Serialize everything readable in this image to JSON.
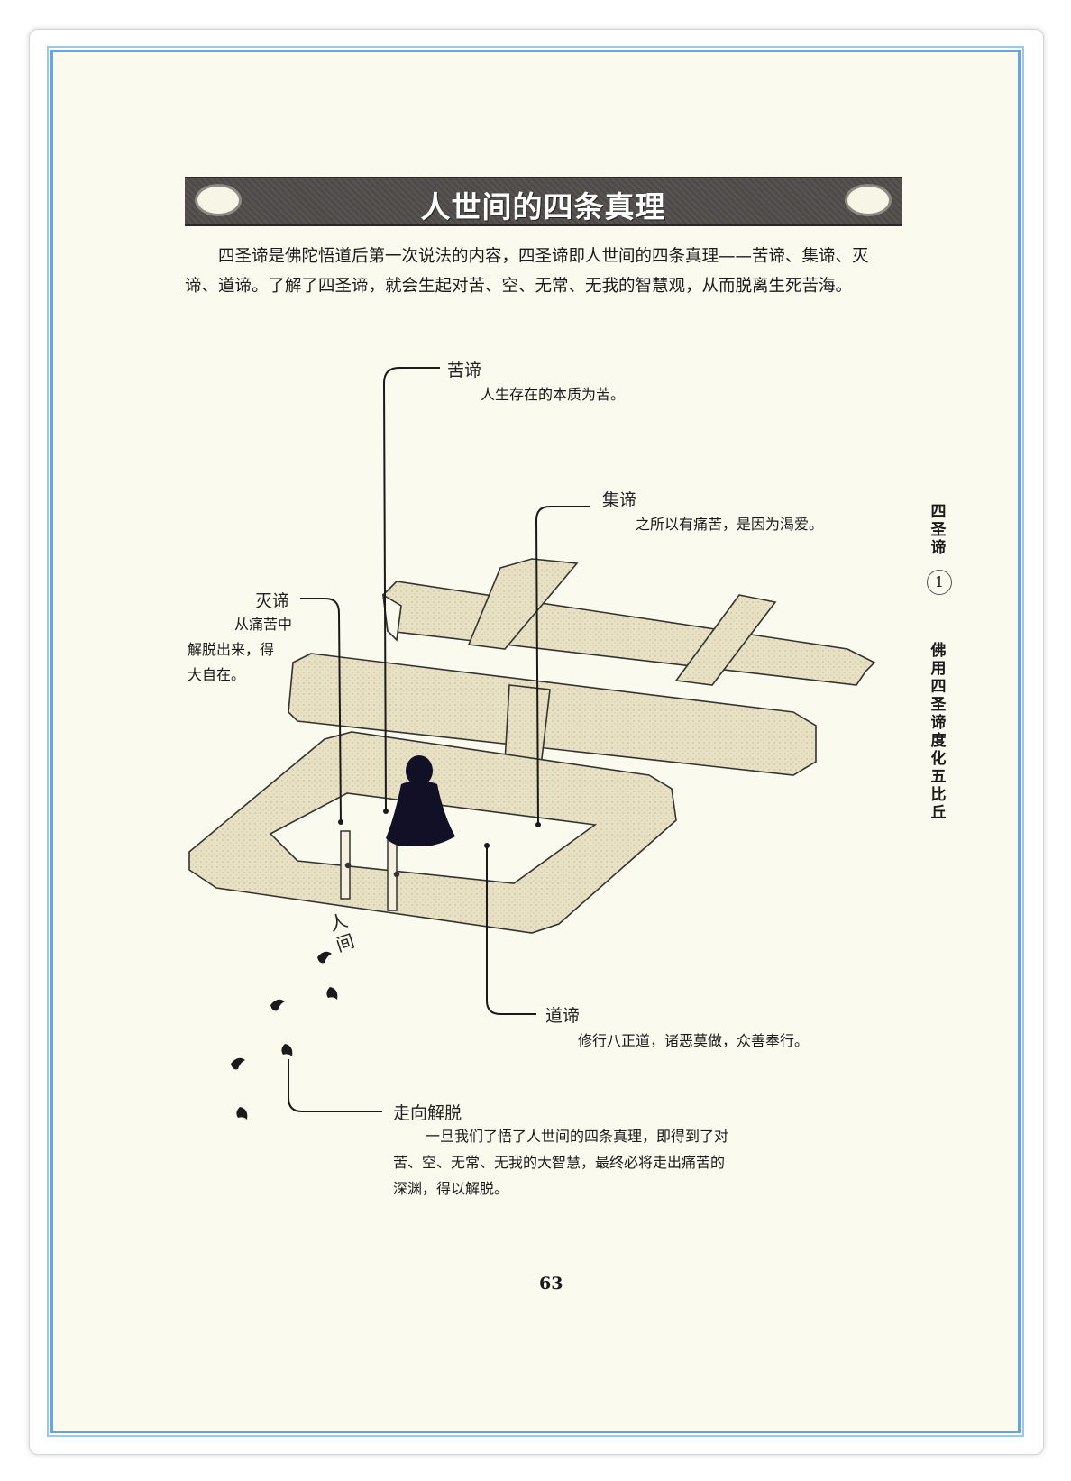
{
  "title": "人世间的四条真理",
  "intro": "四圣谛是佛陀悟道后第一次说法的内容，四圣谛即人世间的四条真理——苦谛、集谛、灭谛、道谛。了解了四圣谛，就会生起对苦、空、无常、无我的智慧观，从而脱离生死苦海。",
  "labels": {
    "ku": {
      "name": "苦谛",
      "desc": "人生存在的本质为苦。"
    },
    "ji": {
      "name": "集谛",
      "desc": "之所以有痛苦，是因为渴爱。"
    },
    "mie": {
      "name": "灭谛",
      "desc_lines": [
        "从痛苦中",
        "解脱出来，得",
        "大自在。"
      ]
    },
    "dao": {
      "name": "道谛",
      "desc": "修行八正道，诸恶莫做，众善奉行。"
    },
    "liberation": {
      "name": "走向解脱",
      "desc_lines": [
        "一旦我们了悟了人世间的四条真理，即得到了对",
        "苦、空、无常、无我的大智慧，最终必将走出痛苦的",
        "深渊，得以解脱。"
      ]
    }
  },
  "gate_text": "人间",
  "side": {
    "section": "四圣谛",
    "number": "1",
    "chapter": "佛用四圣谛度化五比丘"
  },
  "page_number": "63",
  "colors": {
    "frame": "#64a6e4",
    "paper": "#fbfaef",
    "title_bg": "#4e4a48",
    "maze_fill": "#e6dfc2"
  }
}
